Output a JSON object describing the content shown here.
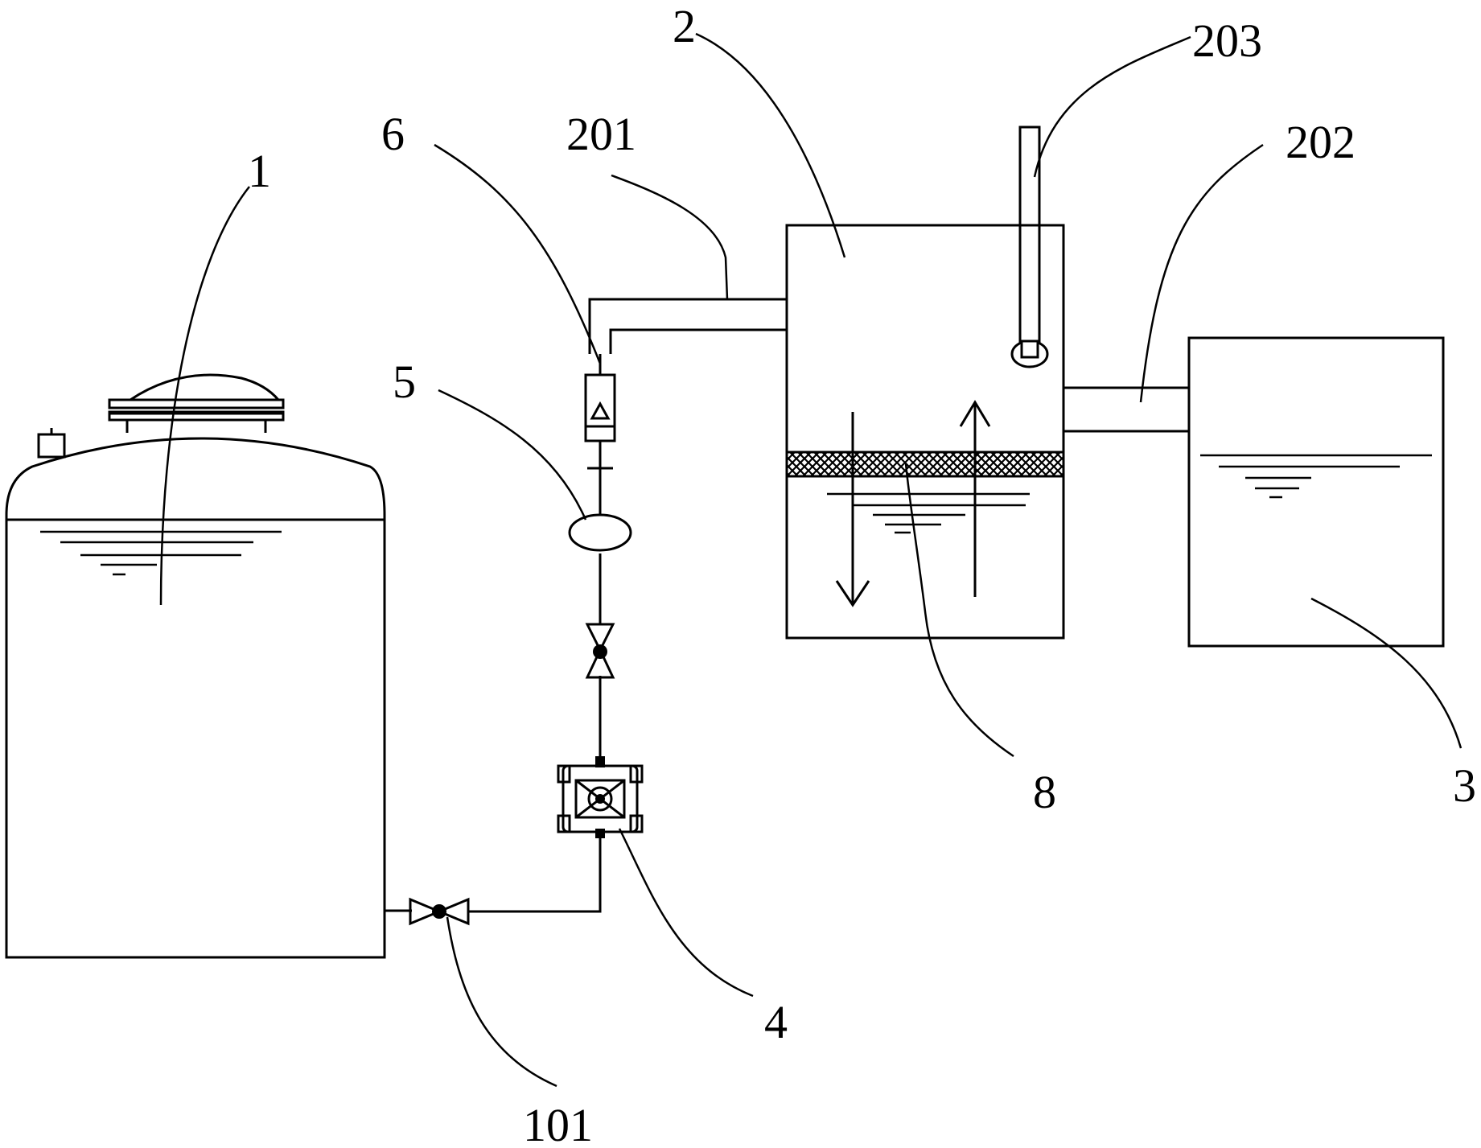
{
  "colors": {
    "ink": "#000000",
    "background": "#ffffff"
  },
  "callouts": {
    "tank_1": "1",
    "tank_2": "2",
    "tank_3": "3",
    "pump_4": "4",
    "flowmeter_5": "5",
    "flowmeter_6": "6",
    "filter_8": "8",
    "valve_101": "101",
    "pipe_201": "201",
    "pipe_202": "202",
    "tube_203": "203"
  },
  "icons": {
    "valve": "butterfly-valve-icon",
    "pump": "diaphragm-pump-icon",
    "flowmeter": "rotameter-icon",
    "liquid_level": "liquid-level-icon",
    "flow_arrow": "arrow-icon"
  }
}
